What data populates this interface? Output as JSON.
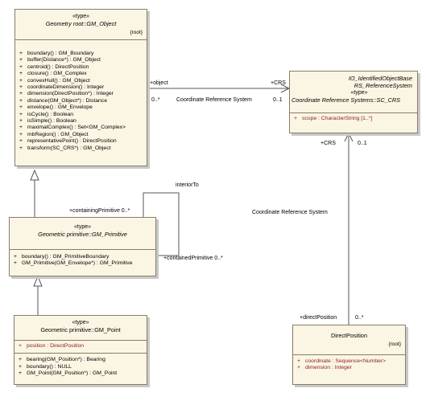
{
  "classes": {
    "gm_object": {
      "stereotype": "«type»",
      "name": "Geometry root::GM_Object",
      "tag": "{root}",
      "operations": [
        {
          "vis": "+",
          "text": "boundary() : GM_Boundary"
        },
        {
          "vis": "+",
          "text": "buffer(Distance*) : GM_Object"
        },
        {
          "vis": "+",
          "text": "centroid() : DirectPosition"
        },
        {
          "vis": "+",
          "text": "closure() : GM_Complex"
        },
        {
          "vis": "+",
          "text": "convexHull() : GM_Object"
        },
        {
          "vis": "+",
          "text": "coordinateDimension() : Integer"
        },
        {
          "vis": "+",
          "text": "dimension(DirectPosition*) : Integer"
        },
        {
          "vis": "+",
          "text": "distance(GM_Object*) : Distance"
        },
        {
          "vis": "+",
          "text": "envelope() : GM_Envelope"
        },
        {
          "vis": "+",
          "text": "isCycle() : Boolean"
        },
        {
          "vis": "+",
          "text": "isSimple() : Boolean"
        },
        {
          "vis": "+",
          "text": "maximalComplex() : Set<GM_Complex>"
        },
        {
          "vis": "+",
          "text": "mbRegion() : GM_Object"
        },
        {
          "vis": "+",
          "text": "representativePoint() : DirectPosition"
        },
        {
          "vis": "+",
          "text": "transform(SC_CRS*) : GM_Object"
        }
      ]
    },
    "sc_crs": {
      "parent_line": "IO_IdentifiedObjectBase",
      "parent_name": "RS_ReferenceSystem",
      "stereotype": "«type»",
      "name": "Coordinate Reference Systems::SC_CRS",
      "attributes": [
        {
          "vis": "+",
          "text": "scope : CharacterString [1..*]"
        }
      ]
    },
    "gm_primitive": {
      "stereotype": "«type»",
      "name": "Geometric primitive::GM_Primitive",
      "operations": [
        {
          "vis": "+",
          "text": "boundary() : GM_PrimitiveBoundary"
        },
        {
          "vis": "+",
          "text": "GM_Primitive(GM_Envelope*) : GM_Primitive"
        }
      ]
    },
    "gm_point": {
      "stereotype": "«type»",
      "name": "Geometric primitive::GM_Point",
      "attributes": [
        {
          "vis": "+",
          "text": "position : DirectPosition"
        }
      ],
      "operations": [
        {
          "vis": "+",
          "text": "bearing(GM_Position*) : Bearing"
        },
        {
          "vis": "+",
          "text": "boundary() : NULL"
        },
        {
          "vis": "+",
          "text": "GM_Point(GM_Position*) : GM_Point"
        }
      ]
    },
    "direct_position": {
      "name": "DirectPosition",
      "tag": "{root}",
      "attributes": [
        {
          "vis": "+",
          "text": "coordinate : Sequence<Number>"
        },
        {
          "vis": "+",
          "text": "dimension : Integer"
        }
      ]
    }
  },
  "associations": {
    "object_crs": {
      "source_role": "+object",
      "source_mult": "0..*",
      "name": "Coordinate Reference System",
      "target_role": "+CRS",
      "target_mult": "0..1"
    },
    "interior_to": {
      "name": "interiorTo",
      "role_a": "+containingPrimitive 0..*",
      "role_b": "+containedPrimitive 0..*"
    },
    "position_crs": {
      "name": "Coordinate Reference System",
      "target_role": "+CRS",
      "target_mult": "0..1",
      "source_role": "+directPosition",
      "source_mult": "0..*"
    }
  }
}
